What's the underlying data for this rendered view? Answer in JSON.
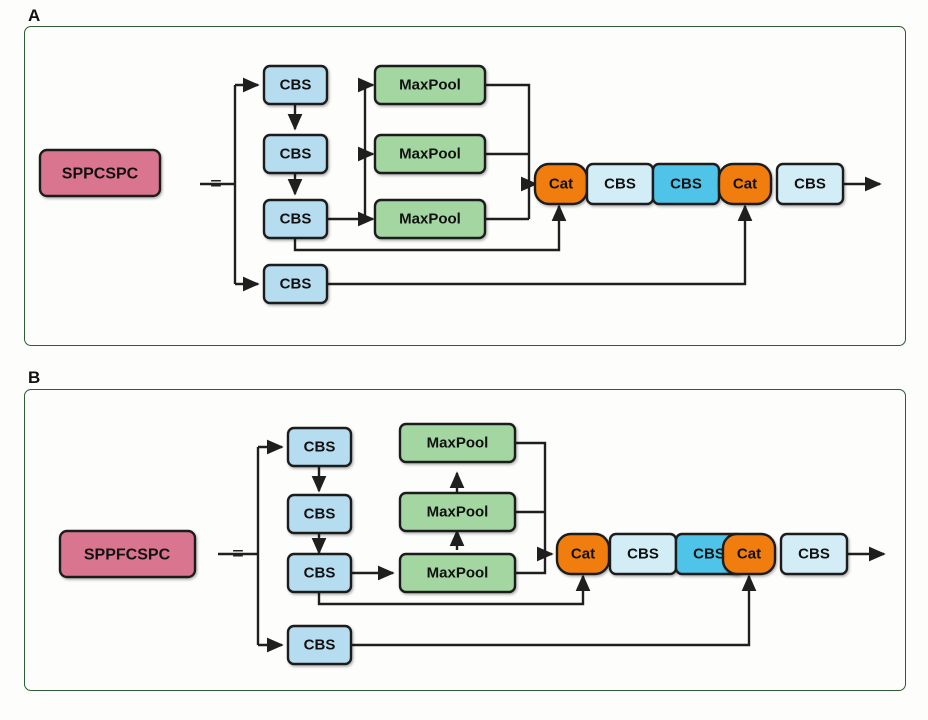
{
  "figure": {
    "background": "#fdfdfc",
    "panel_border_color": "#2f5b33",
    "panel_fill": "#fdfdfb"
  },
  "palette": {
    "module_pink": "#d9748f",
    "module_pink_border": "#1f1f1f",
    "cbs_light_blue": "#b5dcef",
    "cbs_pale_blue": "#d3edf7",
    "cbs_cyan": "#4fc4e8",
    "cbs_border": "#1f1f1f",
    "maxpool_green": "#a3d6a0",
    "maxpool_border": "#1f1f1f",
    "cat_orange": "#f07d0a",
    "cat_border": "#1f1f1f",
    "line_color": "#1f1f1f",
    "text_color": "#111111"
  },
  "panels": [
    {
      "id": "panel-a",
      "label": "A",
      "module": {
        "name": "SPPCSPC",
        "fill": "#d9748f"
      },
      "equals": "=",
      "maxpool_topology": "parallel",
      "nodes": [
        {
          "key": "cbs-top",
          "label": "CBS",
          "type": "cbs",
          "fill": "#b5dcef"
        },
        {
          "key": "cbs-mid",
          "label": "CBS",
          "type": "cbs",
          "fill": "#b5dcef"
        },
        {
          "key": "cbs-low",
          "label": "CBS",
          "type": "cbs",
          "fill": "#b5dcef"
        },
        {
          "key": "cbs-bypass",
          "label": "CBS",
          "type": "cbs",
          "fill": "#b5dcef"
        },
        {
          "key": "maxpool-1",
          "label": "MaxPool",
          "type": "maxpool",
          "fill": "#a3d6a0"
        },
        {
          "key": "maxpool-2",
          "label": "MaxPool",
          "type": "maxpool",
          "fill": "#a3d6a0"
        },
        {
          "key": "maxpool-3",
          "label": "MaxPool",
          "type": "maxpool",
          "fill": "#a3d6a0"
        },
        {
          "key": "cat-1",
          "label": "Cat",
          "type": "cat",
          "fill": "#f07d0a"
        },
        {
          "key": "cbs-out-1",
          "label": "CBS",
          "type": "cbs",
          "fill": "#d3edf7"
        },
        {
          "key": "cbs-out-2",
          "label": "CBS",
          "type": "cbs",
          "fill": "#4fc4e8"
        },
        {
          "key": "cat-2",
          "label": "Cat",
          "type": "cat",
          "fill": "#f07d0a"
        },
        {
          "key": "cbs-out-3",
          "label": "CBS",
          "type": "cbs",
          "fill": "#d3edf7"
        }
      ]
    },
    {
      "id": "panel-b",
      "label": "B",
      "module": {
        "name": "SPPFCSPC",
        "fill": "#d9748f"
      },
      "equals": "=",
      "maxpool_topology": "serial",
      "nodes": [
        {
          "key": "cbs-top",
          "label": "CBS",
          "type": "cbs",
          "fill": "#b5dcef"
        },
        {
          "key": "cbs-mid",
          "label": "CBS",
          "type": "cbs",
          "fill": "#b5dcef"
        },
        {
          "key": "cbs-low",
          "label": "CBS",
          "type": "cbs",
          "fill": "#b5dcef"
        },
        {
          "key": "cbs-bypass",
          "label": "CBS",
          "type": "cbs",
          "fill": "#b5dcef"
        },
        {
          "key": "maxpool-1",
          "label": "MaxPool",
          "type": "maxpool",
          "fill": "#a3d6a0"
        },
        {
          "key": "maxpool-2",
          "label": "MaxPool",
          "type": "maxpool",
          "fill": "#a3d6a0"
        },
        {
          "key": "maxpool-3",
          "label": "MaxPool",
          "type": "maxpool",
          "fill": "#a3d6a0"
        },
        {
          "key": "cat-1",
          "label": "Cat",
          "type": "cat",
          "fill": "#f07d0a"
        },
        {
          "key": "cbs-out-1",
          "label": "CBS",
          "type": "cbs",
          "fill": "#d3edf7"
        },
        {
          "key": "cbs-out-2",
          "label": "CBS",
          "type": "cbs",
          "fill": "#4fc4e8"
        },
        {
          "key": "cat-2",
          "label": "Cat",
          "type": "cat",
          "fill": "#f07d0a"
        },
        {
          "key": "cbs-out-3",
          "label": "CBS",
          "type": "cbs",
          "fill": "#d3edf7"
        }
      ]
    }
  ]
}
